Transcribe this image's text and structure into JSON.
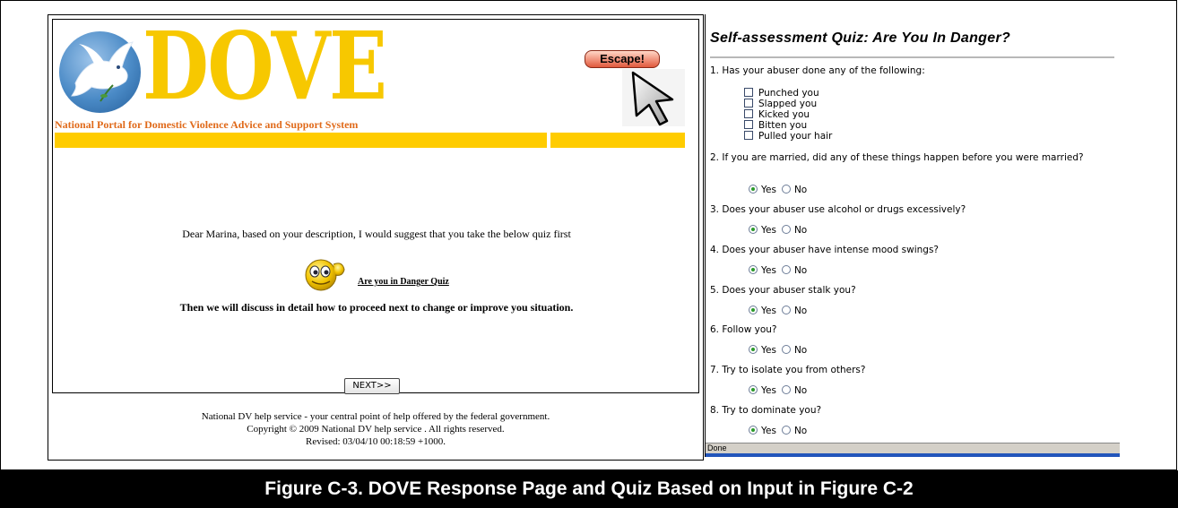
{
  "left_panel": {
    "logo_text": "DOVE",
    "tagline": "National Portal for Domestic Violence Advice and Support System",
    "escape_label": "Escape!",
    "message_name": "Dear Marina",
    "message_rest": ", based on your description, I would suggest that you take the below quiz first",
    "quiz_link": "Are you in Danger Quiz",
    "then_line": "Then we will discuss in detail how to proceed next to change or improve you situation.",
    "next_label": "NEXT>>",
    "footer": [
      "National DV help service - your central point of help offered by the federal government.",
      "Copyright © 2009 National DV help service . All rights reserved.",
      "Revised: 03/04/10 00:18:59 +1000."
    ],
    "colors": {
      "logo": "#f7c800",
      "bar": "#ffcc00",
      "tagline": "#e06a1a"
    }
  },
  "quiz": {
    "title": "Self-assessment Quiz: Are You In Danger?",
    "q1": "1. Has your abuser done any of the following:",
    "q1_options": [
      "Punched you",
      "Slapped you",
      "Kicked you",
      "Bitten you",
      "Pulled your hair"
    ],
    "q2": "2. If you are married, did any of these things happen before you were married?",
    "q3": "3. Does your abuser use alcohol or drugs excessively?",
    "q4": "4. Does your abuser have intense mood swings?",
    "q5": "5. Does your abuser stalk you?",
    "q6": "6. Follow you?",
    "q7": "7. Try to isolate you from others?",
    "q8": "8. Try to dominate you?",
    "yes_label": "Yes",
    "no_label": "No",
    "selected": "Yes"
  },
  "status_bar": "Done",
  "caption": "Figure C-3. DOVE Response Page and Quiz Based on Input in Figure C-2"
}
